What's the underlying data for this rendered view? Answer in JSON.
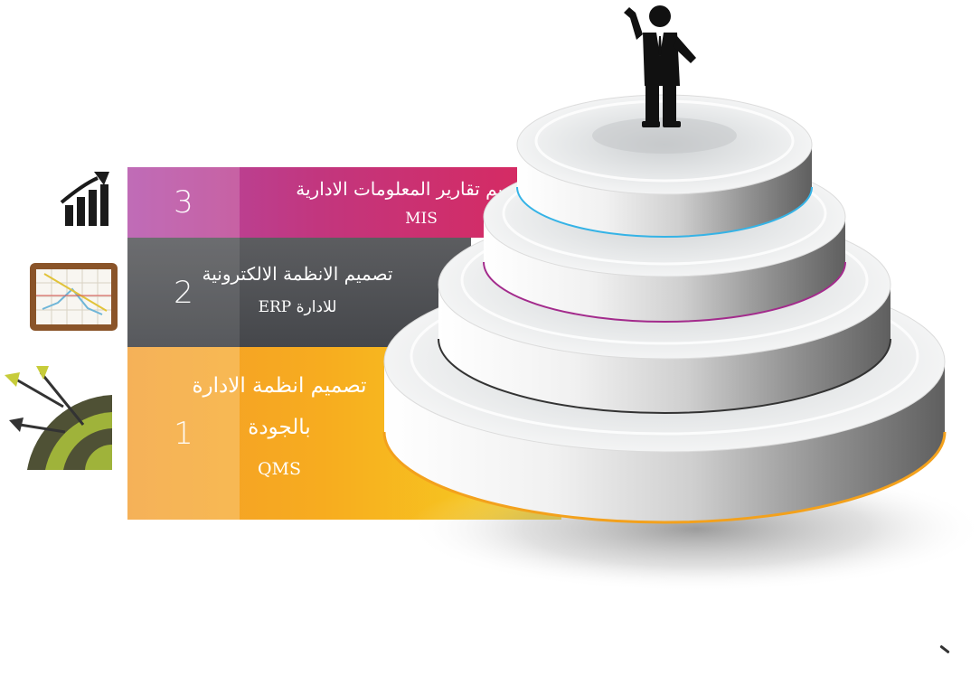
{
  "steps": [
    {
      "number": "3",
      "line1": "تصميم تقارير المعلومات الادارية",
      "line2": "MIS"
    },
    {
      "number": "2",
      "line1": "تصميم الانظمة الالكترونية",
      "line2": "للادارة ERP"
    },
    {
      "number": "1",
      "line1": "تصميم انظمة الادارة",
      "line2": "بالجودة",
      "line3": "QMS"
    }
  ],
  "icons": [
    "growth-bars-icon",
    "line-chart-board-icon",
    "dartboard-icon",
    "businessman-icon"
  ],
  "colors": {
    "step3": "#c2367e",
    "step2": "#4a4c50",
    "step1": "#f7ac1f",
    "rim3": "#35b3e6",
    "rim2": "#a32b8c",
    "rim1": "#333333",
    "rim0": "#f3a11c"
  }
}
